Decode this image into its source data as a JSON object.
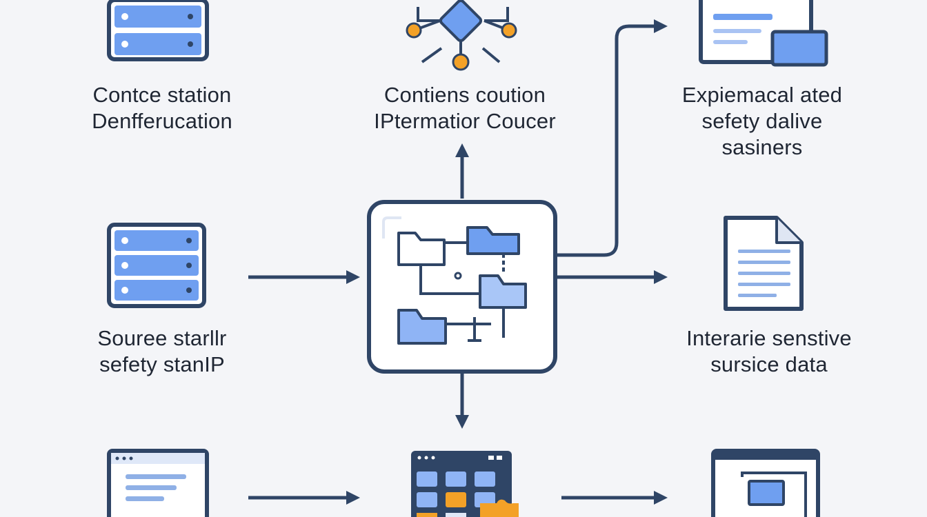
{
  "nodes": {
    "top_left": {
      "lines": [
        "Contce station",
        "Denfferucation"
      ]
    },
    "top_center": {
      "lines": [
        "Contiens coution",
        "IPtermatior Coucer"
      ]
    },
    "top_right": {
      "lines": [
        "Expiemacal ated",
        "sefety dalive",
        "sasiners"
      ]
    },
    "mid_left": {
      "lines": [
        "Souree starllr",
        "sefety stanIP"
      ]
    },
    "mid_right": {
      "lines": [
        "Interarie senstive",
        "sursice data"
      ]
    }
  },
  "colors": {
    "stroke": "#2f4566",
    "accent": "#6f9ff0",
    "accent_dark": "#4f7fdc",
    "orange": "#f3a127",
    "background": "#f4f5f8"
  }
}
